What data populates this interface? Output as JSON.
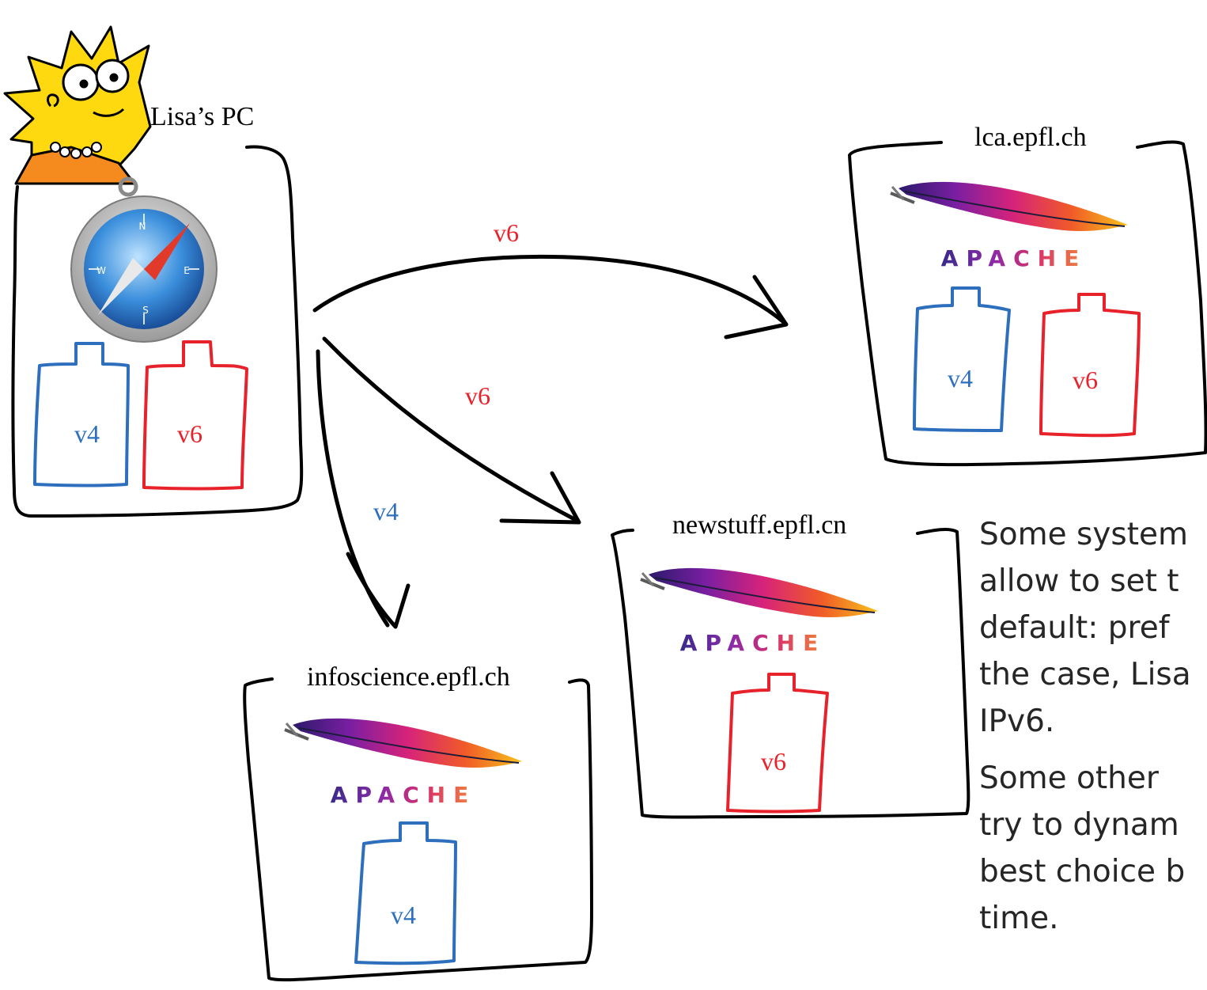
{
  "colors": {
    "v4": "#2e6fbd",
    "v6": "#e8222a",
    "stroke": "#000000",
    "note_text": "#262626"
  },
  "client": {
    "name": "Lisa's PC",
    "display_name": "Lisa’s PC",
    "avatar": "lisa-simpson-icon",
    "browser": "safari-compass-icon",
    "stacks": [
      "v4",
      "v6"
    ]
  },
  "servers": {
    "lca": {
      "name": "lca.epfl.ch",
      "logo": "APACHE",
      "stacks": [
        "v4",
        "v6"
      ]
    },
    "newstuff": {
      "name": "newstuff.epfl.cn",
      "logo": "APACHE",
      "stacks": [
        "v6"
      ]
    },
    "infoscience": {
      "name": "infoscience.epfl.ch",
      "logo": "APACHE",
      "stacks": [
        "v4"
      ]
    }
  },
  "connections": {
    "to_lca": "v6",
    "to_newstuff": "v6",
    "to_infoscience": "v4"
  },
  "stack_labels": {
    "v4": "v4",
    "v6": "v6"
  },
  "note_lines": [
    "Some system",
    "allow to set t",
    "default: pref",
    "the case, Lisa",
    "IPv6.",
    "Some other",
    "try to dynam",
    "best choice b",
    "time."
  ]
}
